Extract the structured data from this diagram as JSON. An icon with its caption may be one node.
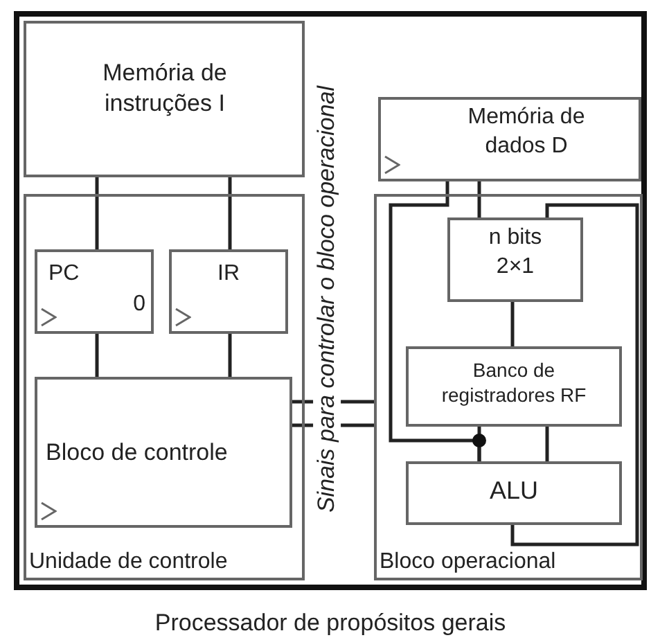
{
  "diagram": {
    "nodes": [
      {
        "text": [
          "Processador de propósitos gerais"
        ]
      },
      {
        "text": [
          "Memória de instruções I"
        ],
        "in": 0
      },
      {
        "text": [
          "Unidade de controle"
        ],
        "in": 0
      },
      {
        "text": [
          "PC",
          "0"
        ],
        "in": 2
      },
      {
        "text": [
          "IR"
        ],
        "in": 2
      },
      {
        "text": [
          "Bloco de controle"
        ],
        "in": 2
      },
      {
        "text": [
          "Memória de dados D"
        ],
        "in": 0
      },
      {
        "text": [
          "Bloco operacional"
        ],
        "in": 0
      },
      {
        "text": [
          "n bits 2×1"
        ],
        "in": 7
      },
      {
        "text": [
          "Banco de registradores RF"
        ],
        "in": 7
      },
      {
        "text": [
          "ALU"
        ],
        "in": 7
      }
    ],
    "edges": [
      {
        "from": 1,
        "to": 3,
        "arrow": "none"
      },
      {
        "from": 1,
        "to": 4,
        "arrow": "none"
      },
      {
        "from": 3,
        "to": 5,
        "arrow": "none"
      },
      {
        "from": 4,
        "to": 5,
        "arrow": "none"
      },
      {
        "from": 5,
        "to": 7,
        "arrow": "none"
      },
      {
        "from": 5,
        "to": 7,
        "arrow": "none"
      },
      {
        "from": 6,
        "to": 8,
        "arrow": "none"
      },
      {
        "from": 6,
        "to": 10,
        "arrow": "none"
      },
      {
        "from": 8,
        "to": 9,
        "arrow": "none"
      },
      {
        "from": 9,
        "to": 10,
        "arrow": "none"
      },
      {
        "from": 9,
        "to": 10,
        "arrow": "none"
      },
      {
        "from": 10,
        "to": 8,
        "arrow": "none"
      }
    ],
    "labels": [
      "Sinais para controlar o bloco operacional"
    ]
  }
}
